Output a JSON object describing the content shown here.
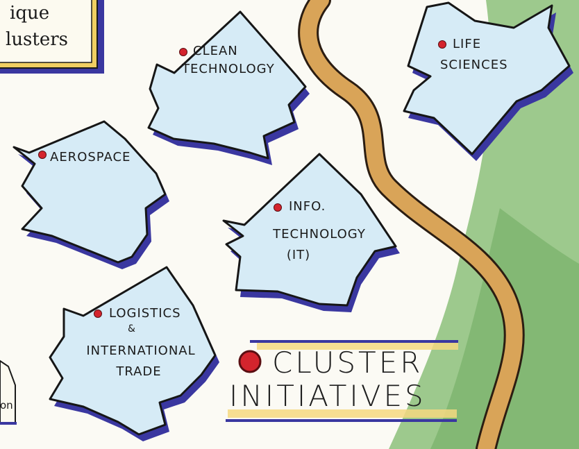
{
  "top_left_sign": {
    "line1": "ique",
    "line2": "lusters"
  },
  "bottom_left_sign": {
    "text": "on"
  },
  "arrows": [
    {
      "id": "clean-technology",
      "lines": [
        "CLEAN",
        "TECHNOLOGY"
      ]
    },
    {
      "id": "life-sciences",
      "lines": [
        "LIFE",
        "SCIENCES"
      ]
    },
    {
      "id": "aerospace",
      "lines": [
        "AEROSPACE"
      ]
    },
    {
      "id": "info-technology",
      "lines": [
        "INFO.",
        "TECHNOLOGY",
        "(IT)"
      ]
    },
    {
      "id": "logistics",
      "lines": [
        "LOGISTICS",
        "&",
        "INTERNATIONAL",
        "TRADE"
      ]
    }
  ],
  "legend": {
    "line1": "CLUSTER",
    "line2": "INITIATIVES"
  },
  "colors": {
    "arrow_fill": "#d6ebf6",
    "arrow_outline": "#161616",
    "shadow": "#3a37a0",
    "river": "#d9a458",
    "grass": "#7fb86f",
    "marker": "#d4242d",
    "sign_border": "#f0cf62"
  }
}
